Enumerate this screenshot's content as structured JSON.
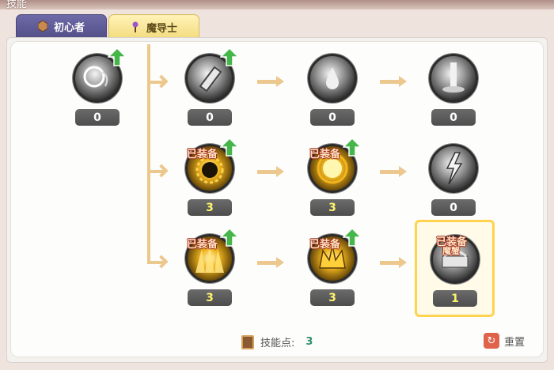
{
  "window": {
    "title": "技能"
  },
  "tabs": [
    {
      "label": "初心者",
      "active": false
    },
    {
      "label": "魔导士",
      "active": true
    }
  ],
  "skills": [
    {
      "id": "s0",
      "level": "0",
      "equipped": false,
      "upgradable": true
    },
    {
      "id": "s1a",
      "level": "0",
      "equipped": false,
      "upgradable": true
    },
    {
      "id": "s1b",
      "level": "0",
      "equipped": false,
      "upgradable": false
    },
    {
      "id": "s1c",
      "level": "0",
      "equipped": false,
      "upgradable": false
    },
    {
      "id": "s2a",
      "level": "3",
      "equipped": true,
      "upgradable": true
    },
    {
      "id": "s2b",
      "level": "3",
      "equipped": true,
      "upgradable": true
    },
    {
      "id": "s2c",
      "level": "0",
      "equipped": false,
      "upgradable": false
    },
    {
      "id": "s3a",
      "level": "3",
      "equipped": true,
      "upgradable": true
    },
    {
      "id": "s3b",
      "level": "3",
      "equipped": true,
      "upgradable": true
    },
    {
      "id": "s3c",
      "level": "1",
      "equipped": true,
      "upgradable": false,
      "selected": true
    }
  ],
  "labels": {
    "equipped": "已装备",
    "selected_equipped_second": "魔蟹"
  },
  "footer": {
    "points_label": "技能点:",
    "points_value": "3",
    "reset_label": "重置"
  },
  "colors": {
    "accent": "#ffd34d",
    "connector": "#ecc88e",
    "points_value": "#2f8f6a"
  }
}
